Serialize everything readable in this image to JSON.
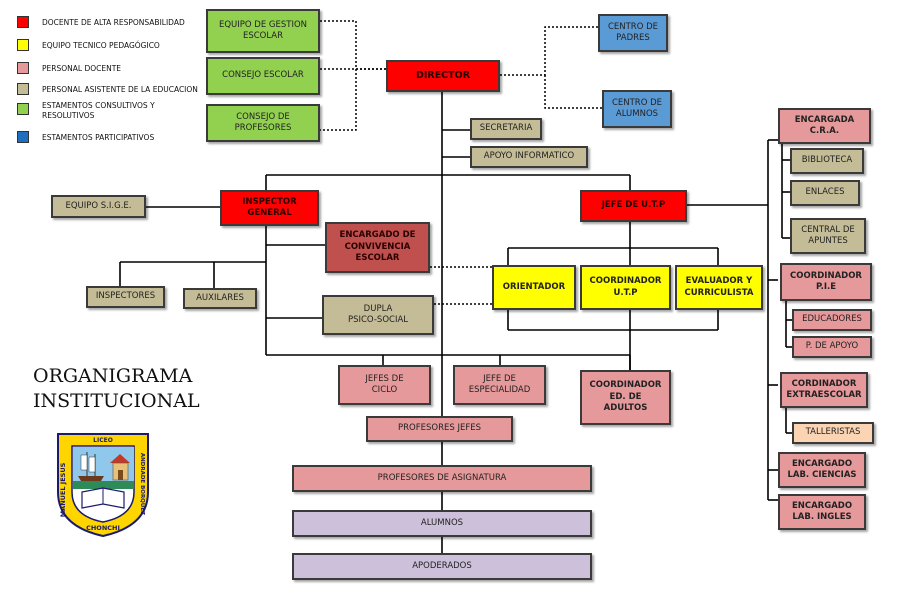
{
  "title": "ORGANIGRAMA\nINSTITUCIONAL",
  "legend": [
    {
      "label": "DOCENTE DE ALTA RESPONSABILIDAD",
      "color": "#ff0000"
    },
    {
      "label": "EQUIPO TECNICO PEDAGÓGICO",
      "color": "#ffff00"
    },
    {
      "label": "PERSONAL DOCENTE",
      "color": "#e6999b"
    },
    {
      "label": "PERSONAL ASISTENTE DE LA EDUCACION",
      "color": "#c4bc96"
    },
    {
      "label": "ESTAMENTOS CONSULTIVOS Y\nRESOLUTIVOS",
      "color": "#92d050"
    },
    {
      "label": "ESTAMENTOS PARTICIPATIVOS",
      "color": "#1f6fbf"
    }
  ],
  "boxes": {
    "equipo_gestion": "EQUIPO DE GESTION\nESCOLAR",
    "consejo_escolar": "CONSEJO ESCOLAR",
    "consejo_profesores": "CONSEJO DE\nPROFESORES",
    "director": "DIRECTOR",
    "centro_padres": "CENTRO DE\nPADRES",
    "centro_alumnos": "CENTRO DE\nALUMNOS",
    "secretaria": "SECRETARIA",
    "apoyo_informatico": "APOYO INFORMATICO",
    "equipo_sige": "EQUIPO S.I.G.E.",
    "inspector_general": "INSPECTOR\nGENERAL",
    "jefe_utp": "JEFE DE U.T.P",
    "encargado_convivencia": "ENCARGADO DE\nCONVIVENCIA\nESCOLAR",
    "inspectores": "INSPECTORES",
    "auxiliares": "AUXILARES",
    "dupla": "DUPLA\nPSICO-SOCIAL",
    "orientador": "ORIENTADOR",
    "coordinador_utp": "COORDINADOR\nU.T.P",
    "evaluador": "EVALUADOR Y\nCURRICULISTA",
    "jefes_ciclo": "JEFES DE\nCICLO",
    "jefe_especialidad": "JEFE DE\nESPECIALIDAD",
    "coordinador_adultos": "COORDINADOR\nED. DE\nADULTOS",
    "profesores_jefes": "PROFESORES JEFES",
    "profesores_asignatura": "PROFESORES DE ASIGNATURA",
    "alumnos": "ALUMNOS",
    "apoderados": "APODERADOS",
    "encargada_cra": "ENCARGADA\nC.R.A.",
    "biblioteca": "BIBLIOTECA",
    "enlaces": "ENLACES",
    "central_apuntes": "CENTRAL DE\nAPUNTES",
    "coordinador_pie": "COORDINADOR\nP.I.E",
    "educadores": "EDUCADORES",
    "p_apoyo": "P.  DE APOYO",
    "coordinador_extraescolar": "CORDINADOR\nEXTRAESCOLAR",
    "talleristas": "TALLERISTAS",
    "lab_ciencias": "ENCARGADO\nLAB. CIENCIAS",
    "lab_ingles": "ENCARGADO\nLAB. INGLES"
  },
  "logo": {
    "top_text": "LICEO",
    "left_text": "MANUEL JESUS",
    "right_text": "ANDRADE BORQUEZ",
    "bottom_text": "CHONCHI"
  }
}
